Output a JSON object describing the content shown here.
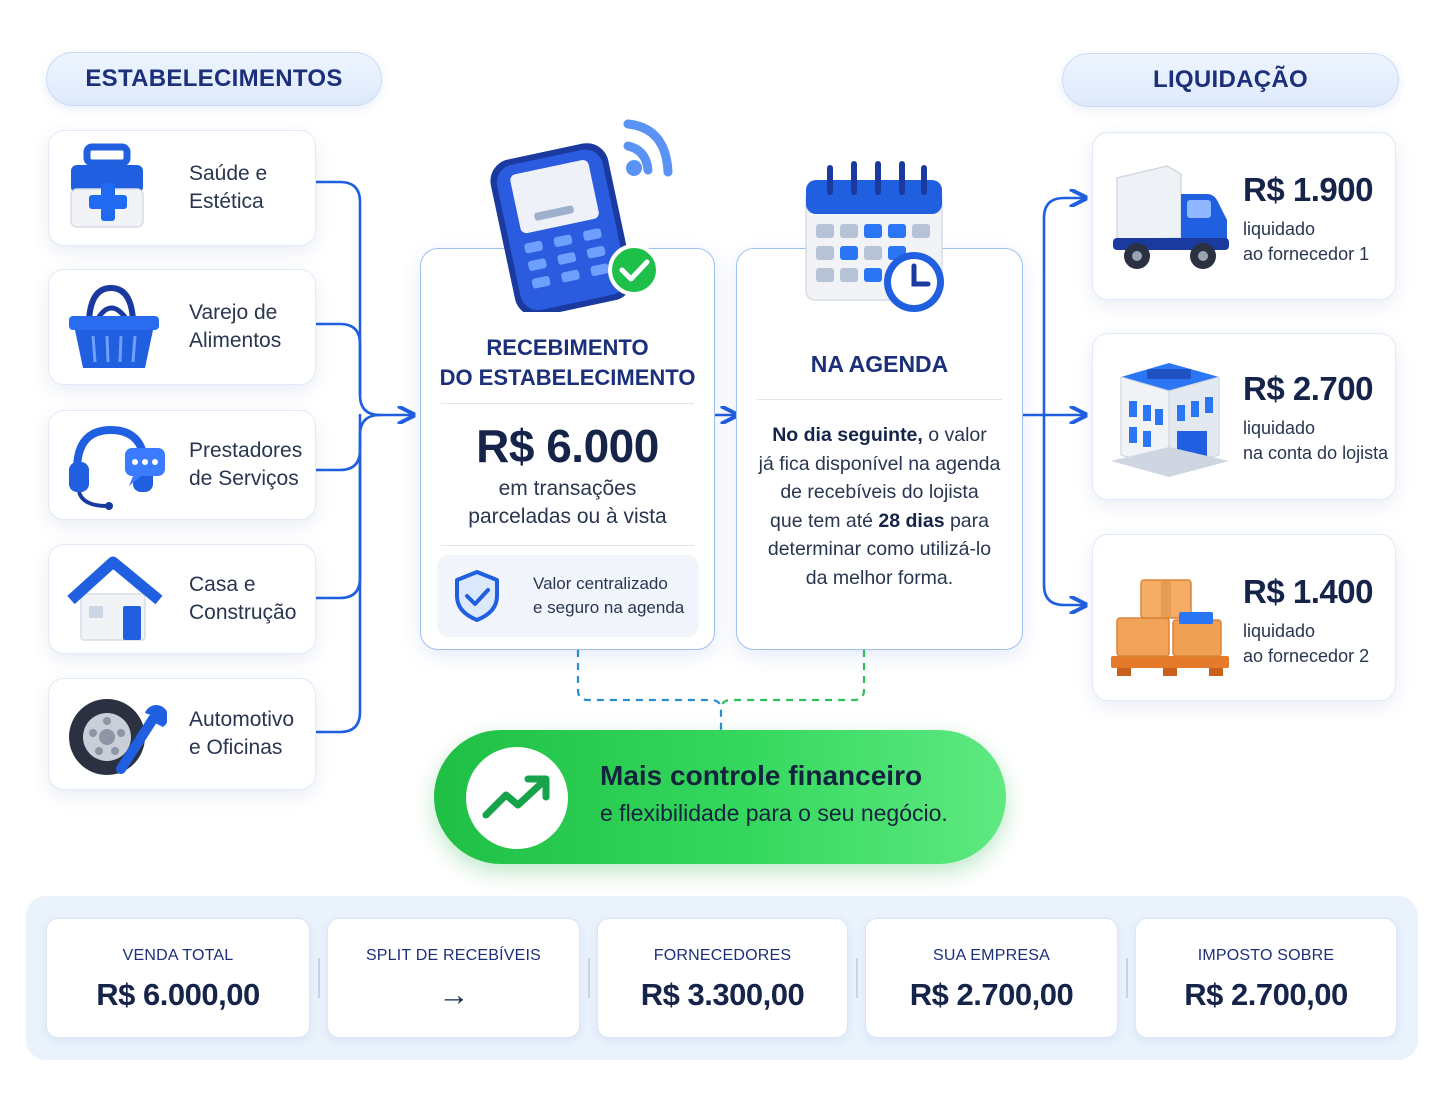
{
  "headers": {
    "left": "ESTABELECIMENTOS",
    "right": "LIQUIDAÇÃO"
  },
  "categories": [
    {
      "label": "Saúde e\nEstética",
      "icon": "medical-kit-icon"
    },
    {
      "label": "Varejo de\nAlimentos",
      "icon": "shopping-basket-icon"
    },
    {
      "label": "Prestadores\nde Serviços",
      "icon": "headset-icon"
    },
    {
      "label": "Casa e\nConstrução",
      "icon": "house-icon"
    },
    {
      "label": "Automotivo\ne Oficinas",
      "icon": "tire-wrench-icon"
    }
  ],
  "receipt": {
    "title": "RECEBIMENTO\nDO ESTABELECIMENTO",
    "amount": "R$ 6.000",
    "description": "em transações\nparceladas ou à vista",
    "note": "Valor centralizado\ne seguro na agenda",
    "icon": "card-terminal-icon"
  },
  "agenda": {
    "title": "NA AGENDA",
    "text_bold_1": "No dia seguinte,",
    "text_1": " o valor\njá fica disponível na agenda\nde recebíveis do lojista\nque tem até ",
    "text_bold_2": "28 dias",
    "text_2": " para\ndeterminar como utilizá-lo\nda melhor forma.",
    "icon": "calendar-clock-icon"
  },
  "settlements": [
    {
      "amount": "R$ 1.900",
      "description": "liquidado\nao fornecedor 1",
      "icon": "truck-icon"
    },
    {
      "amount": "R$ 2.700",
      "description": "liquidado\nna conta do lojista",
      "icon": "building-icon"
    },
    {
      "amount": "R$ 1.400",
      "description": "liquidado\nao fornecedor 2",
      "icon": "boxes-pallet-icon"
    }
  ],
  "banner": {
    "title": "Mais controle financeiro",
    "subtitle": "e flexibilidade para o seu negócio.",
    "icon": "trend-up-icon"
  },
  "stats": [
    {
      "label": "VENDA TOTAL",
      "value": "R$ 6.000,00"
    },
    {
      "label": "SPLIT DE RECEBÍVEIS",
      "value": "→"
    },
    {
      "label": "FORNECEDORES",
      "value": "R$ 3.300,00"
    },
    {
      "label": "SUA EMPRESA",
      "value": "R$ 2.700,00"
    },
    {
      "label": "IMPOSTO SOBRE",
      "value": "R$ 2.700,00"
    }
  ],
  "colors": {
    "brand_blue": "#1f5fe0",
    "dark_navy": "#16244a",
    "green": "#2fd25a",
    "connector": "#1f5fe0"
  }
}
